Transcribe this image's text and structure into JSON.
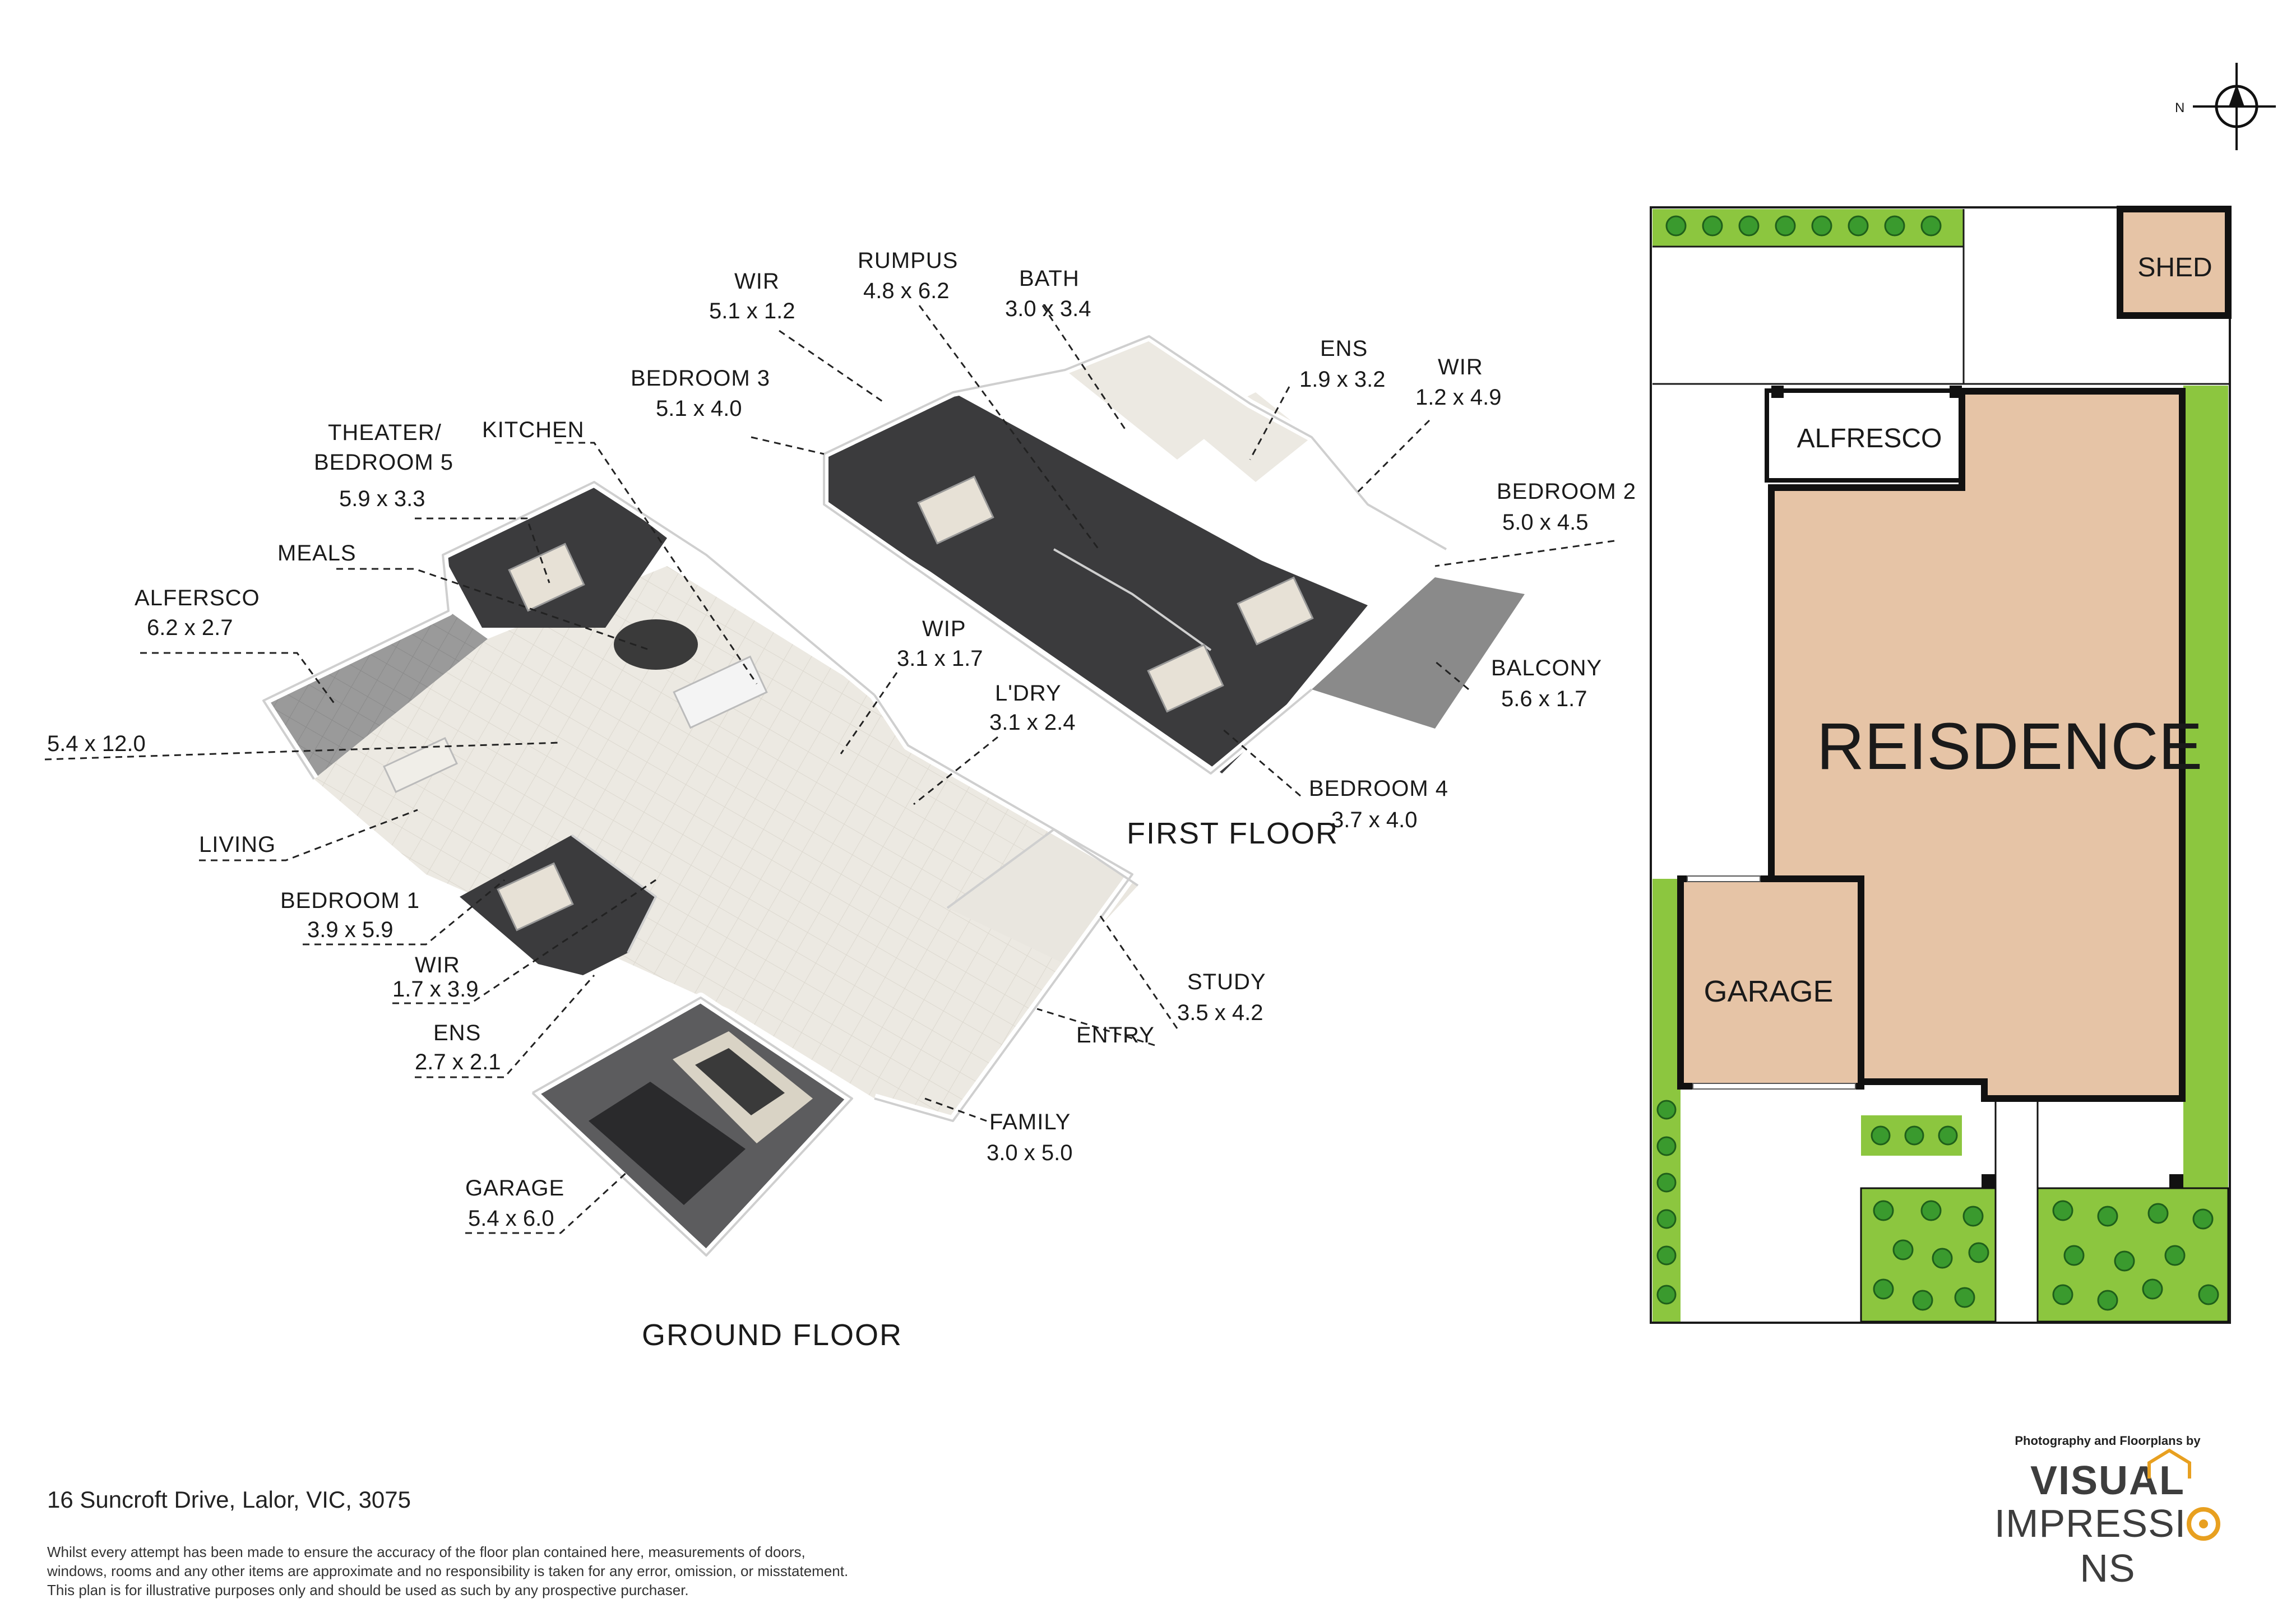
{
  "compass": {
    "label": "N",
    "icon": "compass-north-icon"
  },
  "ground_floor": {
    "title": "GROUND FLOOR",
    "rooms": [
      {
        "name": "KITCHEN",
        "size": ""
      },
      {
        "name": "THEATER/",
        "name2": "BEDROOM 5",
        "size": "5.9 x 3.3"
      },
      {
        "name": "MEALS",
        "size": ""
      },
      {
        "name": "ALFERSCO",
        "size": "6.2 x 2.7"
      },
      {
        "name": "",
        "size": "5.4 x 12.0"
      },
      {
        "name": "LIVING",
        "size": ""
      },
      {
        "name": "BEDROOM 1",
        "size": "3.9 x 5.9"
      },
      {
        "name": "WIR",
        "size": "1.7 x 3.9"
      },
      {
        "name": "ENS",
        "size": "2.7 x 2.1"
      },
      {
        "name": "GARAGE",
        "size": "5.4 x 6.0"
      },
      {
        "name": "WIP",
        "size": "3.1 x 1.7"
      },
      {
        "name": "L'DRY",
        "size": "3.1 x 2.4"
      },
      {
        "name": "STUDY",
        "size": "3.5 x 4.2"
      },
      {
        "name": "ENTRY",
        "size": ""
      },
      {
        "name": "FAMILY",
        "size": "3.0 x 5.0"
      }
    ]
  },
  "first_floor": {
    "title": "FIRST FLOOR",
    "rooms": [
      {
        "name": "WIR",
        "size": "5.1 x 1.2"
      },
      {
        "name": "RUMPUS",
        "size": "4.8 x 6.2"
      },
      {
        "name": "BATH",
        "size": "3.0 x 3.4"
      },
      {
        "name": "BEDROOM 3",
        "size": "5.1 x 4.0"
      },
      {
        "name": "ENS",
        "size": "1.9 x 3.2"
      },
      {
        "name": "WIR",
        "size": "1.2 x 4.9"
      },
      {
        "name": "BEDROOM 2",
        "size": "5.0 x 4.5"
      },
      {
        "name": "BALCONY",
        "size": "5.6 x 1.7"
      },
      {
        "name": "BEDROOM 4",
        "size": "3.7 x 4.0"
      }
    ]
  },
  "site_plan": {
    "shed": "SHED",
    "alfresco": "ALFRESCO",
    "residence": "REISDENCE",
    "garage": "GARAGE"
  },
  "colors": {
    "residence_fill": "#e6c4a6",
    "lawn": "#8cc63f",
    "tree": "#3a9a2e",
    "floor_tile": "#ece9e2",
    "carpet": "#3b3b3d",
    "wall": "#ffffff",
    "logo_accent": "#e8a020"
  },
  "address": "16 Suncroft Drive, Lalor, VIC, 3075",
  "disclaimer": [
    "Whilst every attempt has been made to ensure the accuracy of the floor plan contained here, measurements of doors,",
    "windows, rooms and any other items are approximate and no responsibility is taken for any error, omission, or misstatement.",
    "This plan is for illustrative purposes only and should be used as such by any prospective purchaser."
  ],
  "credit": {
    "by": "Photography and Floorplans by",
    "brand_line1": "VISUAL",
    "brand_line2_a": "IMPRESSI",
    "brand_line2_b": "NS"
  }
}
